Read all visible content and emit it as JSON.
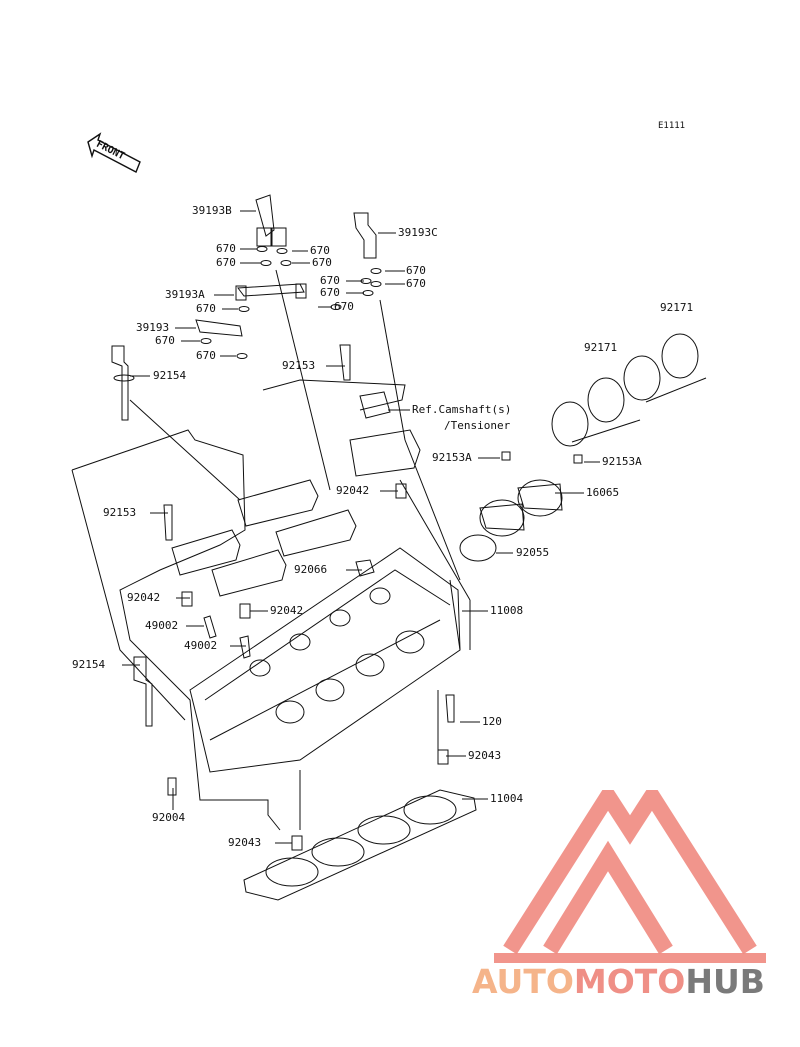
{
  "diagram_code": "E1111",
  "front_label": "FRONT",
  "reference_note": {
    "line1": "Ref.Camshaft(s)",
    "line2": "/Tensioner"
  },
  "part_labels": [
    {
      "id": "39193B",
      "text": "39193B"
    },
    {
      "id": "39193C",
      "text": "39193C"
    },
    {
      "id": "670a",
      "text": "670"
    },
    {
      "id": "670b",
      "text": "670"
    },
    {
      "id": "670c",
      "text": "670"
    },
    {
      "id": "670d",
      "text": "670"
    },
    {
      "id": "670e",
      "text": "670"
    },
    {
      "id": "670f",
      "text": "670"
    },
    {
      "id": "670g",
      "text": "670"
    },
    {
      "id": "670h",
      "text": "670"
    },
    {
      "id": "670i",
      "text": "670"
    },
    {
      "id": "670j",
      "text": "670"
    },
    {
      "id": "670k",
      "text": "670"
    },
    {
      "id": "670l",
      "text": "670"
    },
    {
      "id": "39193A",
      "text": "39193A"
    },
    {
      "id": "39193",
      "text": "39193"
    },
    {
      "id": "92154a",
      "text": "92154"
    },
    {
      "id": "92153a",
      "text": "92153"
    },
    {
      "id": "92171a",
      "text": "92171"
    },
    {
      "id": "92171b",
      "text": "92171"
    },
    {
      "id": "92153Aa",
      "text": "92153A"
    },
    {
      "id": "92153Ab",
      "text": "92153A"
    },
    {
      "id": "92042a",
      "text": "92042"
    },
    {
      "id": "16065",
      "text": "16065"
    },
    {
      "id": "92153b",
      "text": "92153"
    },
    {
      "id": "92055",
      "text": "92055"
    },
    {
      "id": "92066",
      "text": "92066"
    },
    {
      "id": "92042b",
      "text": "92042"
    },
    {
      "id": "92042c",
      "text": "92042"
    },
    {
      "id": "11008",
      "text": "11008"
    },
    {
      "id": "49002a",
      "text": "49002"
    },
    {
      "id": "49002b",
      "text": "49002"
    },
    {
      "id": "92154b",
      "text": "92154"
    },
    {
      "id": "120",
      "text": "120"
    },
    {
      "id": "92043a",
      "text": "92043"
    },
    {
      "id": "11004",
      "text": "11004"
    },
    {
      "id": "92004",
      "text": "92004"
    },
    {
      "id": "92043b",
      "text": "92043"
    }
  ],
  "watermark": {
    "part1": "AUTO",
    "part2": "MOTO",
    "part3": "HUB",
    "color_auto": "#f5b48a",
    "color_moto": "#ef8f86",
    "color_hub": "#7a7a7a",
    "color_triangle": "#f08a80"
  }
}
